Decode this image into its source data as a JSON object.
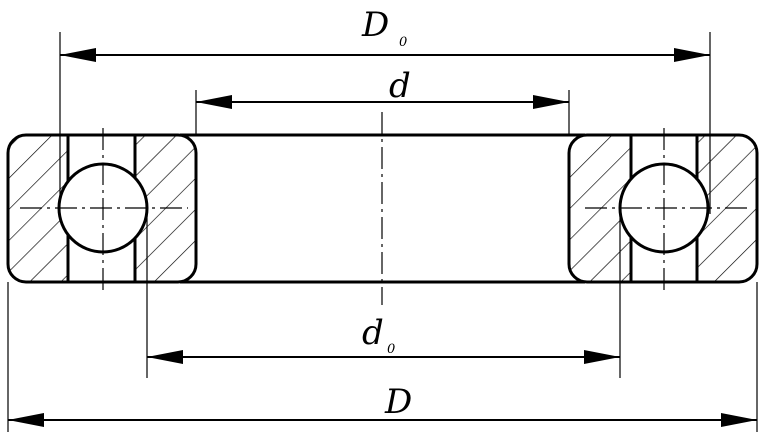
{
  "diagram": {
    "dimensions": {
      "outer_raceway": {
        "symbol": "D",
        "subscript": "0"
      },
      "bore": {
        "symbol": "d",
        "subscript": ""
      },
      "inner_raceway": {
        "symbol": "d",
        "subscript": "0"
      },
      "outer_diameter": {
        "symbol": "D",
        "subscript": ""
      }
    }
  }
}
